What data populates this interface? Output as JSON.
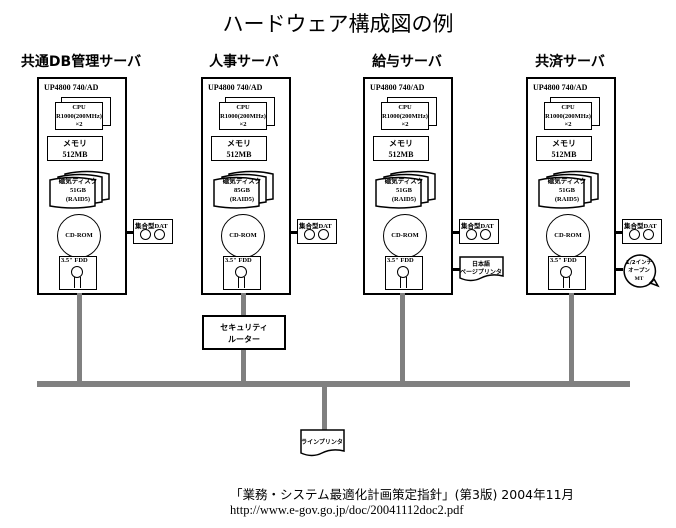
{
  "title": "ハードウェア構成図の例",
  "servers": [
    {
      "name": "共通DB管理サーバ",
      "model": "UP4800 740/AD",
      "cpu": {
        "label": "CPU",
        "spec": "R1000(200MHz)",
        "count": "×2"
      },
      "memory": {
        "label": "メモリ",
        "size": "512MB"
      },
      "disk": {
        "label": "磁気ディスク",
        "size": "51GB",
        "raid": "(RAID5)"
      },
      "cdrom": "CD-ROM",
      "fdd": "3.5\" FDD",
      "peripherals": [
        {
          "type": "dat",
          "label": "集合型DAT"
        }
      ]
    },
    {
      "name": "人事サーバ",
      "model": "UP4800 740/AD",
      "cpu": {
        "label": "CPU",
        "spec": "R1000(200MHz)",
        "count": "×2"
      },
      "memory": {
        "label": "メモリ",
        "size": "512MB"
      },
      "disk": {
        "label": "磁気ディスク",
        "size": "85GB",
        "raid": "(RAID5)"
      },
      "cdrom": "CD-ROM",
      "fdd": "3.5\" FDD",
      "peripherals": [
        {
          "type": "dat",
          "label": "集合型DAT"
        }
      ]
    },
    {
      "name": "給与サーバ",
      "model": "UP4800 740/AD",
      "cpu": {
        "label": "CPU",
        "spec": "R1000(200MHz)",
        "count": "×2"
      },
      "memory": {
        "label": "メモリ",
        "size": "512MB"
      },
      "disk": {
        "label": "磁気ディスク",
        "size": "51GB",
        "raid": "(RAID5)"
      },
      "cdrom": "CD-ROM",
      "fdd": "3.5\" FDD",
      "peripherals": [
        {
          "type": "dat",
          "label": "集合型DAT"
        },
        {
          "type": "printer",
          "label_line1": "日本語",
          "label_line2": "ページプリンタ"
        }
      ]
    },
    {
      "name": "共済サーバ",
      "model": "UP4800 740/AD",
      "cpu": {
        "label": "CPU",
        "spec": "R1000(200MHz)",
        "count": "×2"
      },
      "memory": {
        "label": "メモリ",
        "size": "512MB"
      },
      "disk": {
        "label": "磁気ディスク",
        "size": "51GB",
        "raid": "(RAID5)"
      },
      "cdrom": "CD-ROM",
      "fdd": "3.5\" FDD",
      "peripherals": [
        {
          "type": "dat",
          "label": "集合型DAT"
        },
        {
          "type": "mt",
          "label_line1": "1/2インチ",
          "label_line2": "オープン",
          "label_line3": "MT"
        }
      ]
    }
  ],
  "router": {
    "line1": "セキュリティ",
    "line2": "ルーター"
  },
  "line_printer": "ラインプリンタ",
  "caption": {
    "source": "「業務・システム最適化計画策定指針」(第3版) 2004年11月",
    "url": "http://www.e-gov.go.jp/doc/20041112doc2.pdf"
  }
}
